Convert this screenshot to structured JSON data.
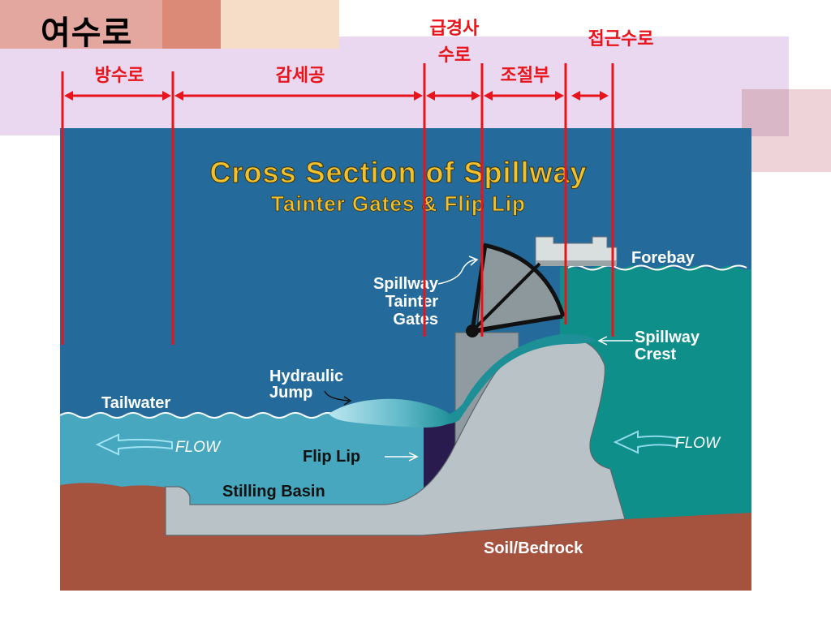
{
  "slide": {
    "title": "여수로"
  },
  "section_labels": {
    "outlet_channel": "방수로",
    "energy_dissipator": "감세공",
    "chute_line1": "급경사",
    "chute_line2": "수로",
    "control_structure": "조절부",
    "approach_channel": "접근수로"
  },
  "figure": {
    "title": "Cross Section of Spillway",
    "subtitle": "Tainter Gates & Flip Lip",
    "labels": {
      "forebay": "Forebay",
      "gates_line1": "Spillway",
      "gates_line2": "Tainter",
      "gates_line3": "Gates",
      "crest_line1": "Spillway",
      "crest_line2": "Crest",
      "jump_line1": "Hydraulic",
      "jump_line2": "Jump",
      "tailwater": "Tailwater",
      "flow_left": "FLOW",
      "flow_right": "FLOW",
      "flip_lip": "Flip Lip",
      "stilling_basin": "Stilling Basin",
      "soil": "Soil/Bedrock"
    }
  },
  "colors": {
    "annotation_red": "#e8141c",
    "title_yellow": "#f2c12e",
    "sky_blue": "#246b9b",
    "reservoir_teal": "#0f8f8a",
    "tailwater_blue": "#46a7be",
    "concrete_gray": "#b9c3c7",
    "soil_brown": "#a5523f"
  }
}
